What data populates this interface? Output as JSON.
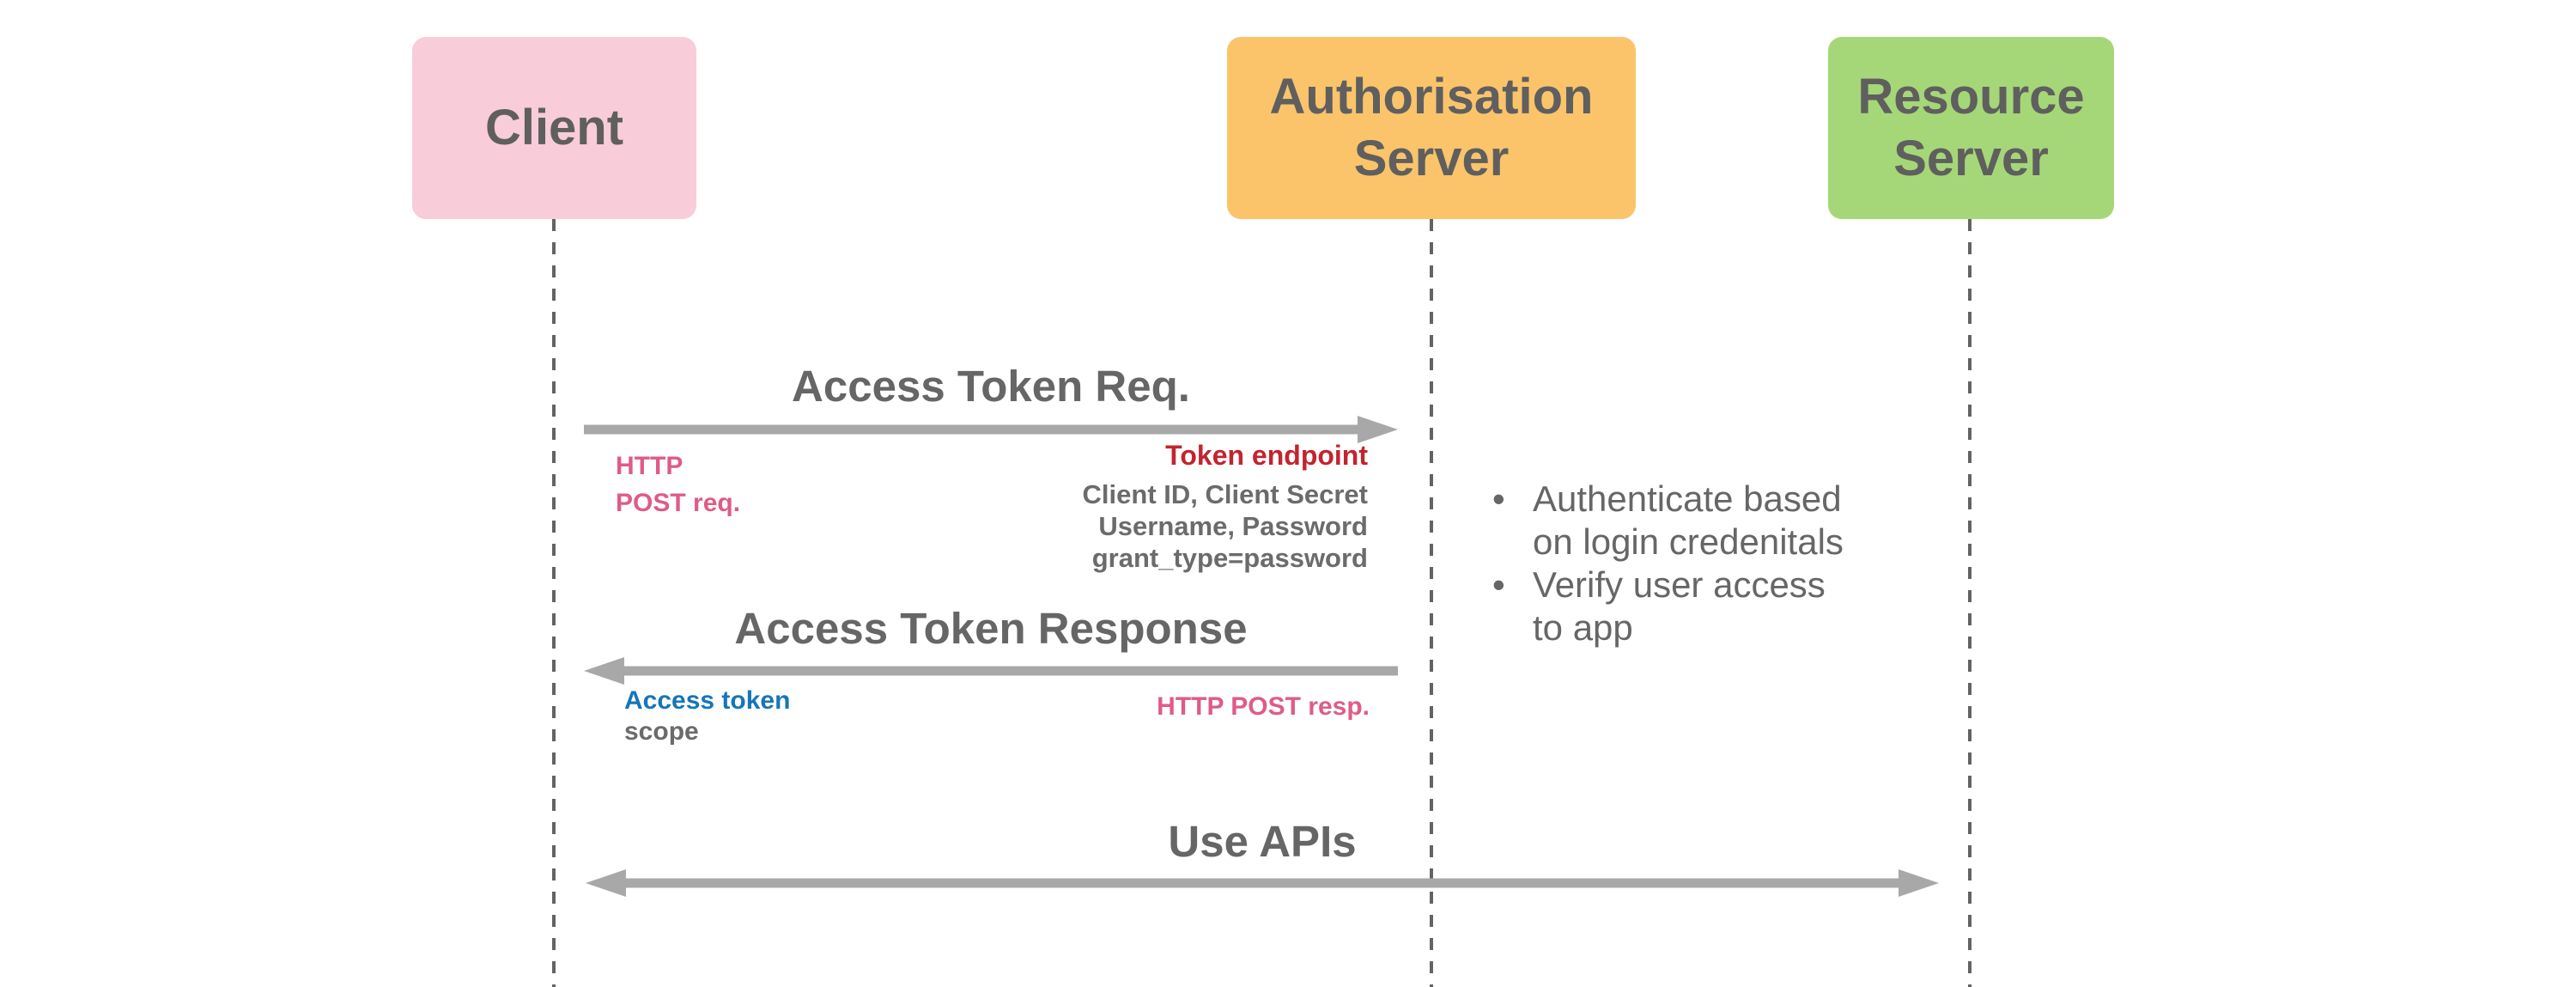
{
  "diagram": {
    "actors": [
      {
        "key": "client",
        "label_lines": [
          "Client"
        ],
        "fill": "#f8ccd8"
      },
      {
        "key": "authorisation-server",
        "label_lines": [
          "Authorisation",
          "Server"
        ],
        "fill": "#fbc46b"
      },
      {
        "key": "resource-server",
        "label_lines": [
          "Resource",
          "Server"
        ],
        "fill": "#a5d778"
      }
    ],
    "messages": [
      {
        "key": "access-token-request",
        "title": "Access Token Req.",
        "from": "client",
        "to": "authorisation-server"
      },
      {
        "key": "access-token-response",
        "title": "Access Token Response",
        "from": "authorisation-server",
        "to": "client"
      },
      {
        "key": "use-apis",
        "title": "Use APIs",
        "from": "client",
        "to": "resource-server"
      }
    ],
    "annotations": {
      "http_post_req_lines": [
        "HTTP",
        "POST req."
      ],
      "token_endpoint": "Token endpoint",
      "request_params_lines": [
        "Client ID, Client Secret",
        "Username, Password",
        "grant_type=password"
      ],
      "access_token": "Access token",
      "scope": "scope",
      "http_post_resp": "HTTP POST resp."
    },
    "notes": {
      "bullet": "•",
      "items": [
        {
          "lines": [
            "Authenticate based",
            "on login credenitals"
          ]
        },
        {
          "lines": [
            "Verify user access",
            "to app"
          ]
        }
      ]
    },
    "colors": {
      "client_fill": "#f8ccd8",
      "auth_fill": "#fbc46b",
      "resource_fill": "#a5d778",
      "label_gray": "#5f5f5f",
      "title_gray": "#666666",
      "note_gray": "#666666",
      "param_gray": "#6b6b6b",
      "pink": "#de5c86",
      "red": "#c3242e",
      "blue": "#1576b8",
      "arrow_gray": "#a8a8a8",
      "line_gray": "#636363"
    }
  }
}
